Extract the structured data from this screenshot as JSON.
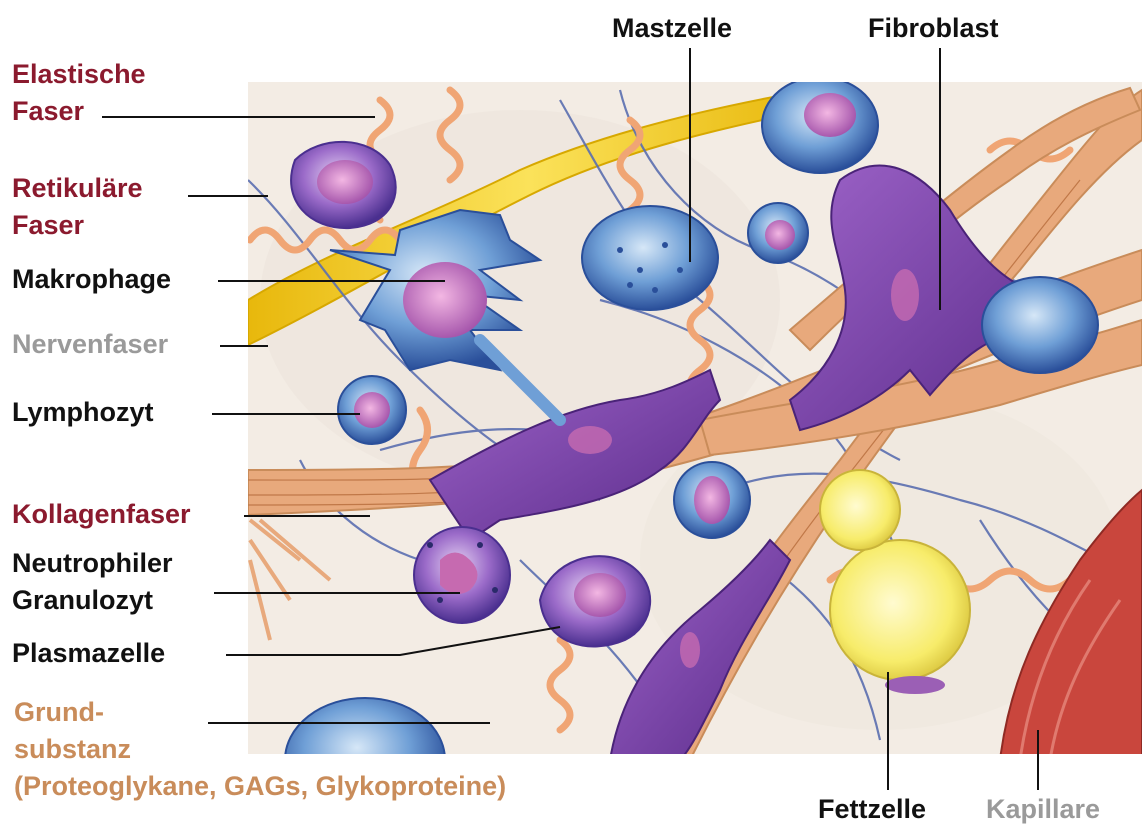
{
  "labels": {
    "mastzelle": "Mastzelle",
    "fibroblast": "Fibroblast",
    "elastische_faser": [
      "Elastische",
      "Faser"
    ],
    "retikulaere_faser": [
      "Retikuläre",
      "Faser"
    ],
    "makrophage": "Makrophage",
    "nervenfaser": "Nervenfaser",
    "lymphozyt": "Lymphozyt",
    "kollagenfaser": "Kollagenfaser",
    "neutrophiler_granulozyt": [
      "Neutrophiler",
      "Granulozyt"
    ],
    "plasmazelle": "Plasmazelle",
    "grundsubstanz": [
      "Grund-",
      "substanz",
      "(Proteoglykane, GAGs, Glykoproteine)"
    ],
    "fettzelle": "Fettzelle",
    "kapillare": "Kapillare"
  },
  "colors": {
    "tissue_label": "#8b1a2e",
    "cell_label": "#111111",
    "nerve_label": "#9a9a9a",
    "matrix_label": "#c98c5a",
    "leader_line": "#111111",
    "background_matrix": "#f3ece4",
    "collagen": "#e8a97c",
    "elastic": "#f0a574",
    "reticular": "#5b6fb0",
    "nerve": "#f2cf1e",
    "fibroblast": "#7a3f9e",
    "adipocyte": "#f7ec6a",
    "capillary": "#c9463d"
  }
}
